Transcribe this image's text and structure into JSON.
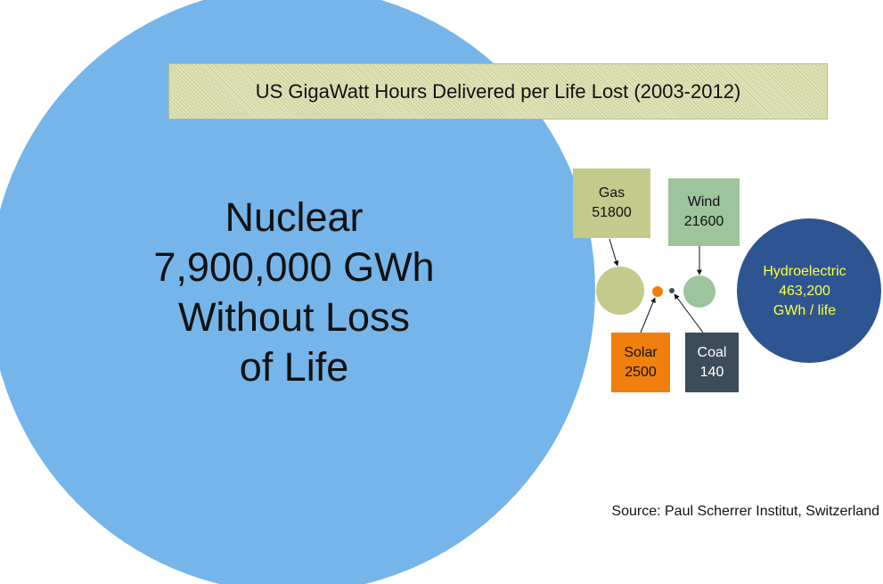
{
  "title": "US GigaWatt Hours Delivered per Life Lost (2003-2012)",
  "source": "Source: Paul Scherrer Institut, Switzerland",
  "nuclear_label": [
    "Nuclear",
    "7,900,000 GWh",
    "Without Loss",
    "of Life"
  ],
  "labels": {
    "gas": {
      "name": "Gas",
      "value": "51800"
    },
    "wind": {
      "name": "Wind",
      "value": "21600"
    },
    "solar": {
      "name": "Solar",
      "value": "2500"
    },
    "coal": {
      "name": "Coal",
      "value": "140"
    },
    "hydro": {
      "name": "Hydroelectric",
      "value": "463,200",
      "unit": "GWh / life"
    }
  },
  "colors": {
    "nuclear": "#75b5ea",
    "hydro": "#2e5592",
    "gas": "#c4c98c",
    "wind": "#9dc49d",
    "solar": "#f07f0e",
    "coal": "#3d4c5b",
    "title_box": "#dfe3b8"
  },
  "chart_data": {
    "type": "bubble",
    "title": "US GigaWatt Hours Delivered per Life Lost (2003-2012)",
    "unit": "GWh per life lost",
    "series": [
      {
        "name": "Nuclear",
        "value": 7900000,
        "note": "Without Loss of Life"
      },
      {
        "name": "Hydroelectric",
        "value": 463200
      },
      {
        "name": "Gas",
        "value": 51800
      },
      {
        "name": "Wind",
        "value": 21600
      },
      {
        "name": "Solar",
        "value": 2500
      },
      {
        "name": "Coal",
        "value": 140
      }
    ]
  }
}
